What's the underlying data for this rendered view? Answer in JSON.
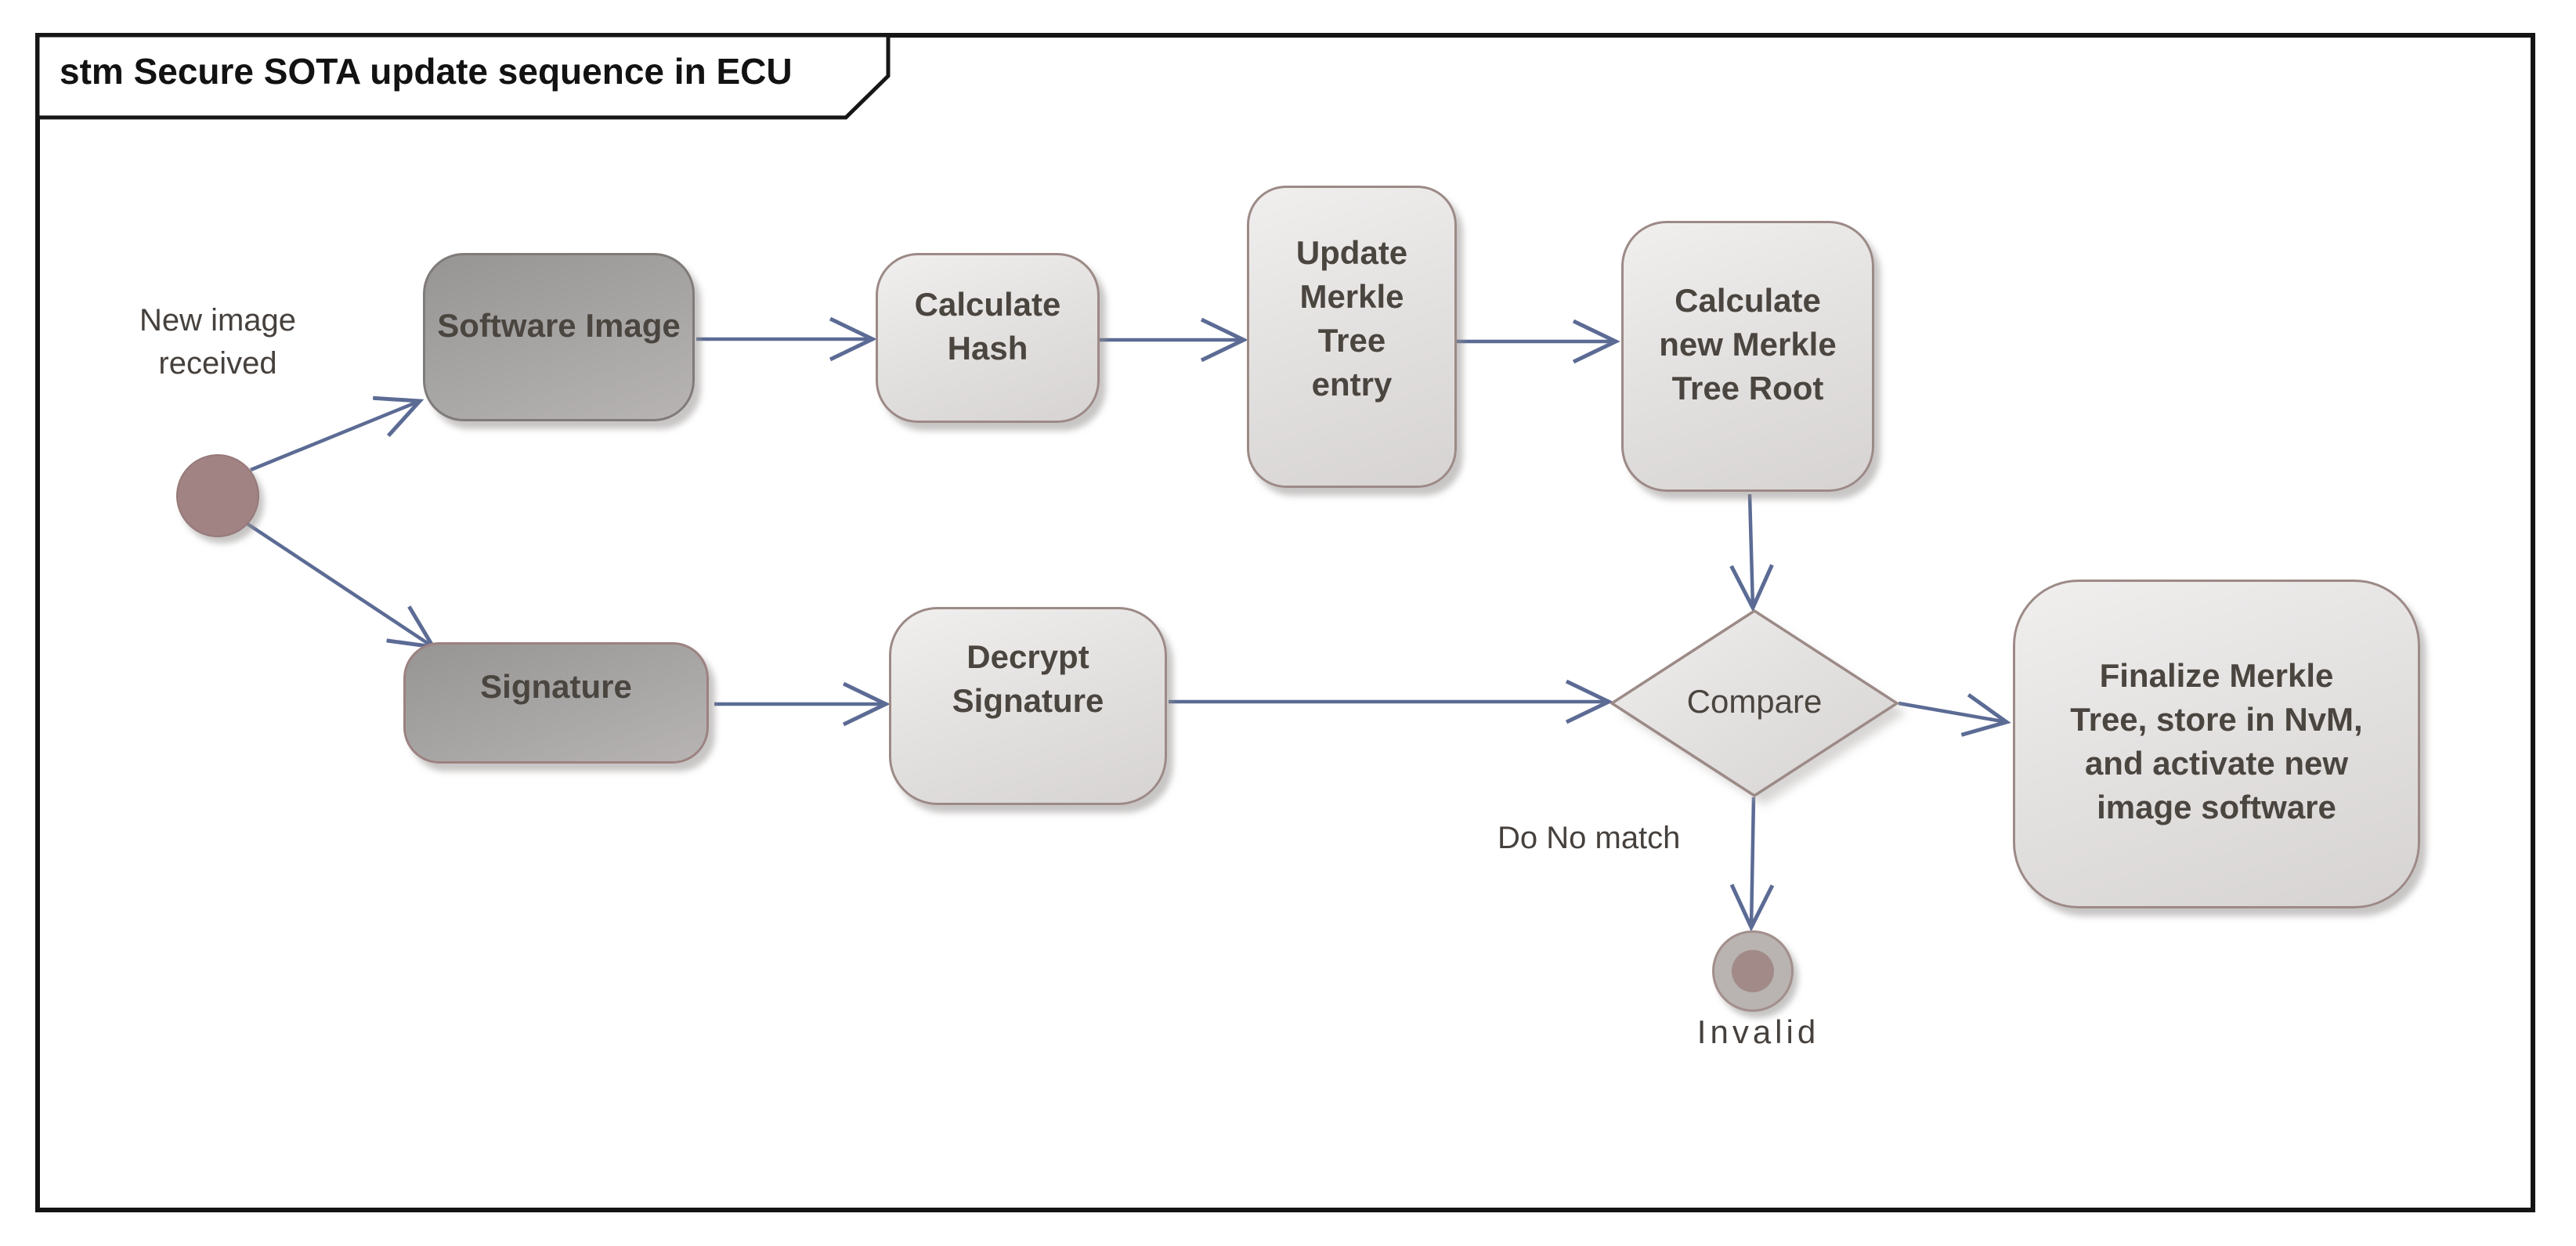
{
  "frame": {
    "tab_label": "stm Secure SOTA update sequence in ECU"
  },
  "nodes": {
    "software_image": {
      "label": "Software Image"
    },
    "calculate_hash": {
      "label": "Calculate Hash"
    },
    "update_merkle": {
      "label": "Update Merkle Tree entry"
    },
    "merkle_root": {
      "label": "Calculate new Merkle Tree Root"
    },
    "signature": {
      "label": "Signature"
    },
    "decrypt_signature": {
      "label": "Decrypt Signature"
    },
    "compare": {
      "label": "Compare"
    },
    "finalize": {
      "label": "Finalize Merkle Tree, store in NvM, and activate new image software"
    }
  },
  "labels": {
    "initial_state": "New image received",
    "no_match_guard": "Do No match",
    "final_state": "Invalid"
  },
  "colors": {
    "frame_border": "#141414",
    "edge": "#5b6b94",
    "node_border_light": "#9c8a87",
    "node_fill_light": "#e4e2e1",
    "node_fill_dark": "#a8a6a5",
    "node_text": "#4b4540",
    "initial_fill": "#a18384",
    "final_ring_fill": "#b9b3b1",
    "final_dot_fill": "#a18a87"
  }
}
